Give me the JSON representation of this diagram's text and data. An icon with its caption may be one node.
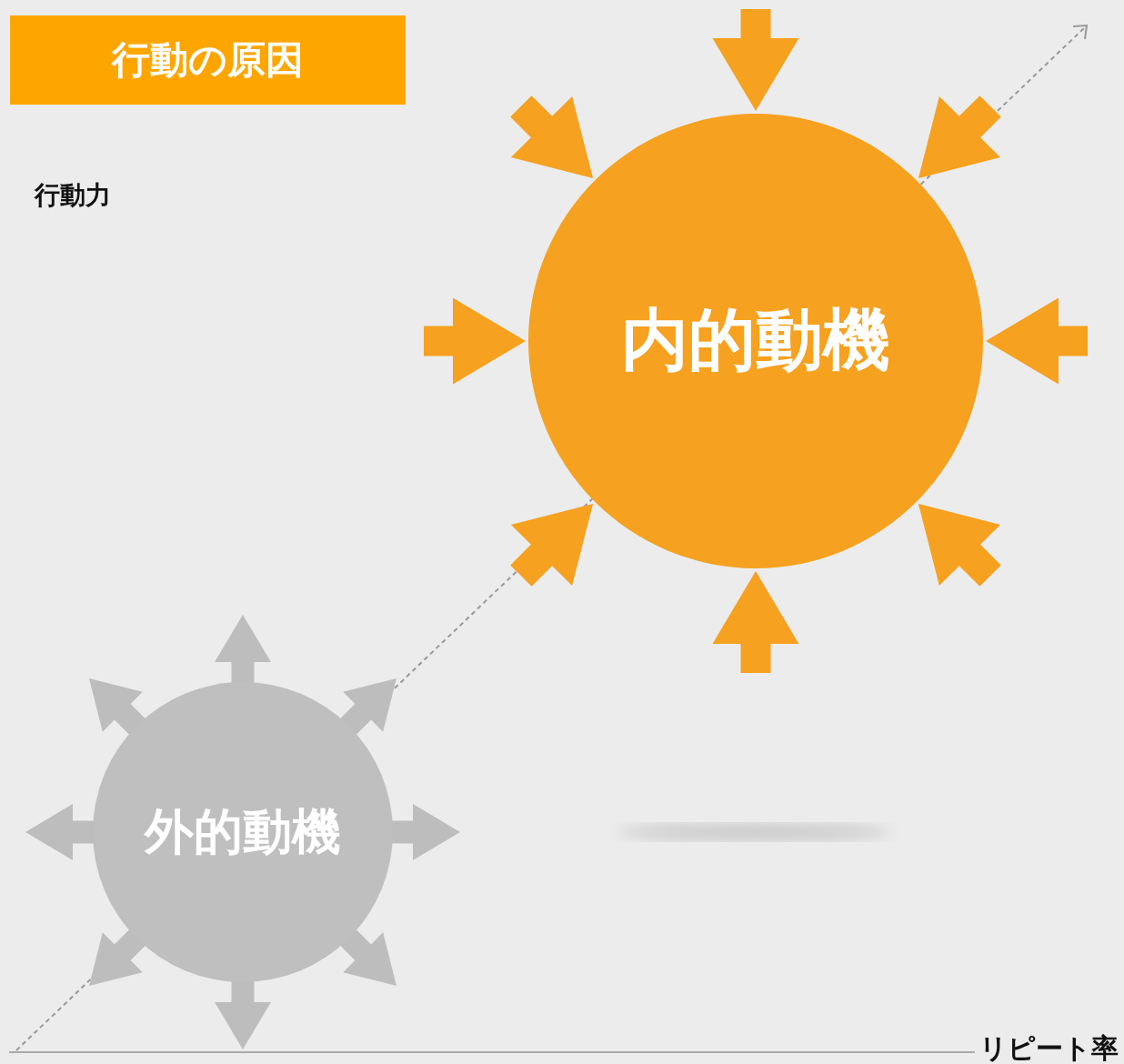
{
  "diagram": {
    "title": "行動の原因",
    "nodes": [
      {
        "text": [
          "内的動機"
        ]
      },
      {
        "text": [
          "外的動機"
        ]
      }
    ],
    "labels": [
      "行動力",
      "リピート率"
    ]
  }
}
